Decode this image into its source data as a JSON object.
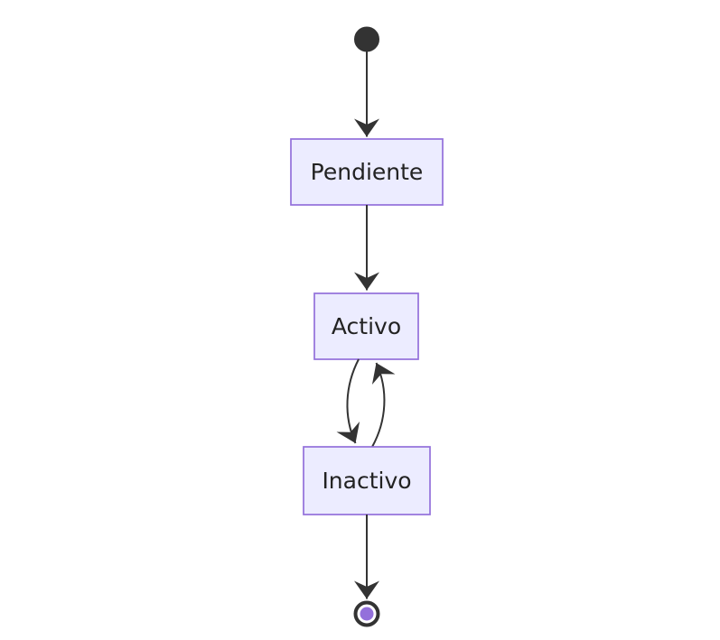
{
  "diagram": {
    "type": "state-diagram",
    "nodes": {
      "pendiente": {
        "label": "Pendiente"
      },
      "activo": {
        "label": "Activo"
      },
      "inactivo": {
        "label": "Inactivo"
      }
    },
    "edges": [
      {
        "from": "initial",
        "to": "Pendiente",
        "label": ""
      },
      {
        "from": "Pendiente",
        "to": "Activo",
        "label": ""
      },
      {
        "from": "Activo",
        "to": "Inactivo",
        "label": ""
      },
      {
        "from": "Inactivo",
        "to": "Activo",
        "label": ""
      },
      {
        "from": "Inactivo",
        "to": "final",
        "label": ""
      }
    ],
    "colors": {
      "background": "#ffffff",
      "node_fill": "#ececff",
      "node_border": "#9370db",
      "label_text": "#222222",
      "edge_line": "#333333",
      "arrowhead": "#333333",
      "initial_state": "#333333",
      "final_state_ring": "#333333",
      "final_state_inner": "#9370db"
    }
  }
}
